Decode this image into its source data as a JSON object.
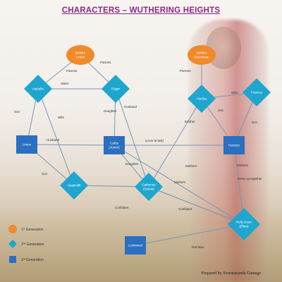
{
  "title": "CHARACTERS – WUTHERING HEIGHTS",
  "credit": "Prepared by Swarnananda Gamage",
  "colors": {
    "first_generation": "#f08a2a",
    "second_generation": "#1fa6cf",
    "third_generation": "#2a6fc0",
    "edge": "#7a95b8",
    "title": "#8a2a86"
  },
  "nodes": [
    {
      "id": "lintons",
      "lines": [
        "Mr/Mrs",
        "Linton"
      ],
      "gen": 1
    },
    {
      "id": "earnshaws",
      "lines": [
        "Mr/Mrs",
        "Earnshaw"
      ],
      "gen": 1
    },
    {
      "id": "isabella",
      "lines": [
        "Isabella"
      ],
      "gen": 2
    },
    {
      "id": "edgar",
      "lines": [
        "Edgar"
      ],
      "gen": 2
    },
    {
      "id": "hindley",
      "lines": [
        "Hindley"
      ],
      "gen": 2
    },
    {
      "id": "frances",
      "lines": [
        "Frances"
      ],
      "gen": 2
    },
    {
      "id": "heathcliff",
      "lines": [
        "Heathcliff"
      ],
      "gen": 2
    },
    {
      "id": "catherine",
      "lines": [
        "Catherine",
        "(Senior)"
      ],
      "gen": 2
    },
    {
      "id": "nelly",
      "lines": [
        "Nelly Dean",
        "(Ellen)"
      ],
      "gen": 2
    },
    {
      "id": "linton",
      "lines": [
        "Linton"
      ],
      "gen": 3
    },
    {
      "id": "cathy",
      "lines": [
        "Cathy",
        "(Junior)"
      ],
      "gen": 3
    },
    {
      "id": "hareton",
      "lines": [
        "Hareton"
      ],
      "gen": 3
    },
    {
      "id": "lockwood",
      "lines": [
        "Lockwood"
      ],
      "gen": 3
    }
  ],
  "edges": [
    {
      "from": "lintons",
      "to": "isabella",
      "label": "Parents"
    },
    {
      "from": "lintons",
      "to": "edgar",
      "label": "Parents"
    },
    {
      "from": "edgar",
      "to": "isabella",
      "label": "Sister"
    },
    {
      "from": "isabella",
      "to": "linton",
      "label": "Son"
    },
    {
      "from": "linton",
      "to": "cathy",
      "label": "Husband"
    },
    {
      "from": "isabella",
      "to": "heathcliff",
      "label": "Wife"
    },
    {
      "from": "edgar",
      "to": "cathy",
      "label": "Daughter"
    },
    {
      "from": "edgar",
      "to": "catherine",
      "label": "Husband"
    },
    {
      "from": "earnshaws",
      "to": "hindley",
      "label": "Parents"
    },
    {
      "from": "hindley",
      "to": "frances",
      "label": "Wife"
    },
    {
      "from": "hindley",
      "to": "hareton",
      "label": "Son"
    },
    {
      "from": "frances",
      "to": "hareton",
      "label": "Son"
    },
    {
      "from": "hindley",
      "to": "catherine",
      "label": "Brother"
    },
    {
      "from": "cathy",
      "to": "hareton",
      "label": "(Love at last)"
    },
    {
      "from": "catherine",
      "to": "cathy",
      "label": "Daughter"
    },
    {
      "from": "heathcliff",
      "to": "linton",
      "label": "Son"
    },
    {
      "from": "hareton",
      "to": "nelly",
      "label": "Mothers"
    },
    {
      "from": "hareton",
      "to": "nelly",
      "label": "Grew up together"
    },
    {
      "from": "cathy",
      "to": "nelly",
      "label": "Mothers"
    },
    {
      "from": "catherine",
      "to": "nelly",
      "label": "Mothers"
    },
    {
      "from": "catherine",
      "to": "nelly",
      "label": "Confidant"
    },
    {
      "from": "heathcliff",
      "to": "catherine",
      "label": "Confidant"
    },
    {
      "from": "lockwood",
      "to": "nelly",
      "label": "Narrates"
    }
  ],
  "legend": [
    {
      "shape": "circle",
      "ordinal": "1",
      "suffix": "st",
      "text": "Generation"
    },
    {
      "shape": "diamond",
      "ordinal": "2",
      "suffix": "nd",
      "text": "Generation"
    },
    {
      "shape": "square",
      "ordinal": "3",
      "suffix": "rd",
      "text": "Generation"
    }
  ]
}
